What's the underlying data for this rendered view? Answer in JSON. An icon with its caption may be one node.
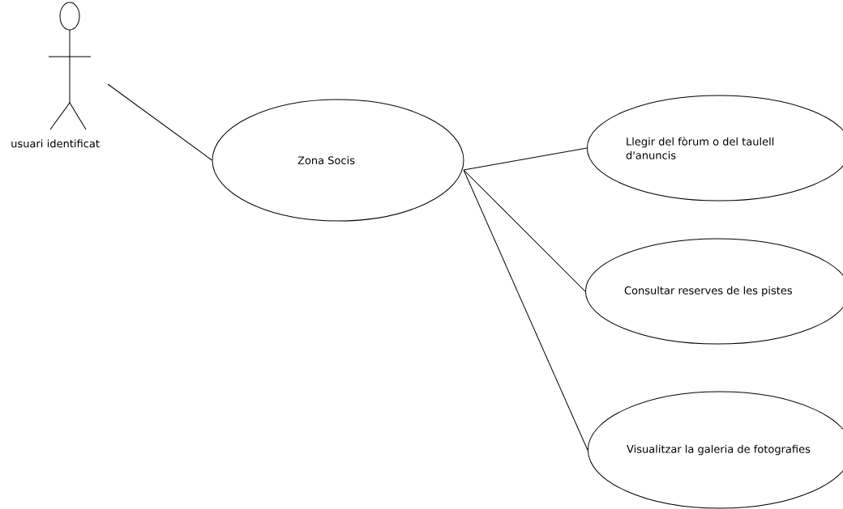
{
  "diagram": {
    "nodes": [
      {
        "text": [],
        "shape": "person",
        "beside": [
          "usuari identificat"
        ]
      },
      {
        "text": [
          "Zona Socis"
        ]
      },
      {
        "text": [
          "Llegir del fòrum o del taulell d'anuncis"
        ]
      },
      {
        "text": [
          "Consultar reserves de les pistes"
        ]
      },
      {
        "text": [
          "Visualitzar la galeria de fotografies"
        ]
      }
    ],
    "edges": [
      {
        "from": 0,
        "to": 1,
        "arrow": "none"
      },
      {
        "from": 1,
        "to": 2,
        "arrow": "none"
      },
      {
        "from": 1,
        "to": 3,
        "arrow": "none"
      },
      {
        "from": 1,
        "to": 4,
        "arrow": "none"
      }
    ]
  }
}
